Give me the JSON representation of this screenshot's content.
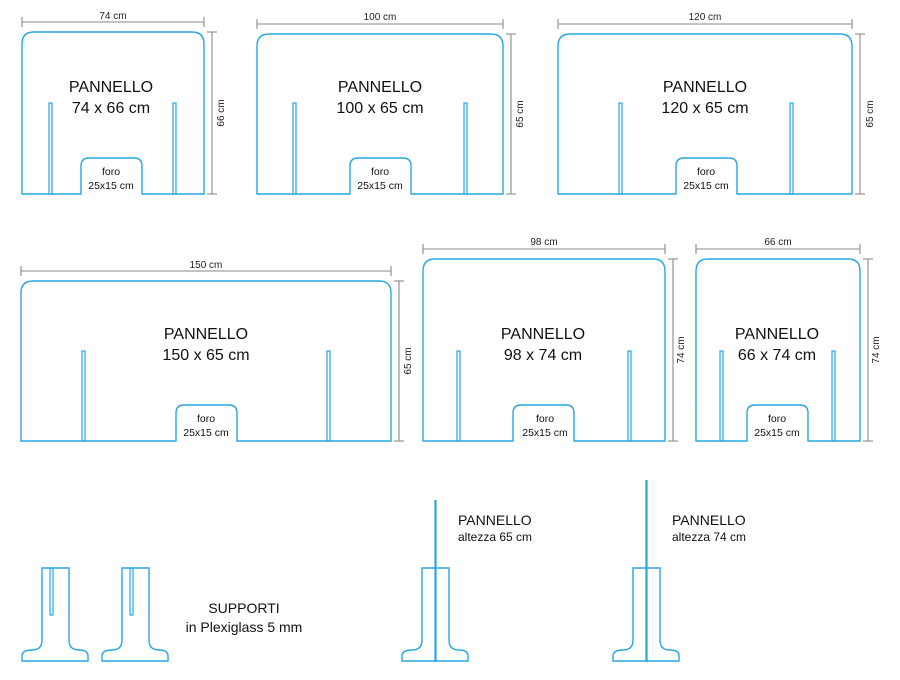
{
  "colors": {
    "outline": "#29a7df",
    "dimension": "#8a8a8a",
    "text": "#111111"
  },
  "panels": [
    {
      "title": "PANNELLO",
      "size": "74 x 66 cm",
      "width_label": "74 cm",
      "height_label": "66 cm",
      "hole_title": "foro",
      "hole_size": "25x15 cm"
    },
    {
      "title": "PANNELLO",
      "size": "100 x 65 cm",
      "width_label": "100 cm",
      "height_label": "65 cm",
      "hole_title": "foro",
      "hole_size": "25x15 cm"
    },
    {
      "title": "PANNELLO",
      "size": "120 x 65 cm",
      "width_label": "120 cm",
      "height_label": "65 cm",
      "hole_title": "foro",
      "hole_size": "25x15 cm"
    },
    {
      "title": "PANNELLO",
      "size": "150 x 65 cm",
      "width_label": "150 cm",
      "height_label": "65 cm",
      "hole_title": "foro",
      "hole_size": "25x15 cm"
    },
    {
      "title": "PANNELLO",
      "size": "98 x 74 cm",
      "width_label": "98 cm",
      "height_label": "74 cm",
      "hole_title": "foro",
      "hole_size": "25x15 cm"
    },
    {
      "title": "PANNELLO",
      "size": "66 x 74 cm",
      "width_label": "66 cm",
      "height_label": "74 cm",
      "hole_title": "foro",
      "hole_size": "25x15 cm"
    }
  ],
  "supports": {
    "title": "SUPPORTI",
    "subtitle": "in Plexiglass 5 mm"
  },
  "assemblies": [
    {
      "title": "PANNELLO",
      "subtitle": "altezza 65 cm"
    },
    {
      "title": "PANNELLO",
      "subtitle": "altezza 74 cm"
    }
  ]
}
